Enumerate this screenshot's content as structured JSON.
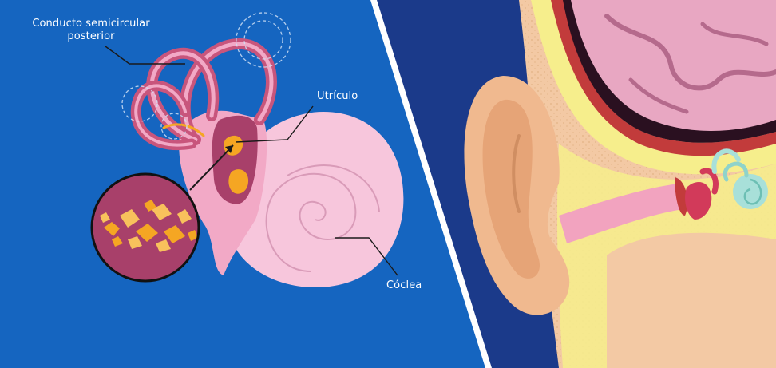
{
  "labels": {
    "posterior_canal_line1": "Conducto semicircular",
    "posterior_canal_line2": "posterior",
    "utricle": "Utrículo",
    "cochlea": "Cóclea"
  },
  "colors": {
    "left_panel_blue": "#1565c0",
    "right_panel_navy": "#1b3a8a",
    "cochlea_pink": "#f7c6dc",
    "canal_rose": "#c8557c",
    "otoconia_orange": "#f5a623",
    "brain_pink": "#e8a7c2",
    "skin_peach": "#f3c9a4",
    "bone_yellow": "#f6ee8c"
  }
}
